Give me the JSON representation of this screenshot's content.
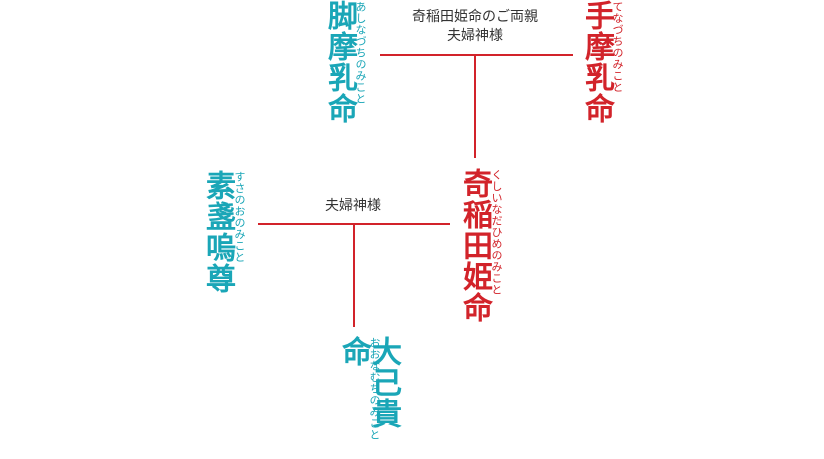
{
  "colors": {
    "male": "#1aa6b7",
    "female": "#d2232a",
    "line": "#d2232a",
    "caption": "#333333"
  },
  "parents_caption": {
    "line1": "奇稲田姫命のご両親",
    "line2": "夫婦神様"
  },
  "couple_caption": "夫婦神様",
  "deities": {
    "ashinazuchi": {
      "name": "脚摩乳命",
      "reading": "あしなづちのみこと"
    },
    "tenazuchi": {
      "name": "手摩乳命",
      "reading": "てなづちのみこと"
    },
    "susanoo": {
      "name": "素盞嗚尊",
      "reading": "すさのおのみこと"
    },
    "kushiinada": {
      "name": "奇稲田姫命",
      "reading": "くしいなだひめのみこと"
    },
    "onamuchi": {
      "name": "大己貴命",
      "reading": "おおなむちのみこと"
    }
  }
}
